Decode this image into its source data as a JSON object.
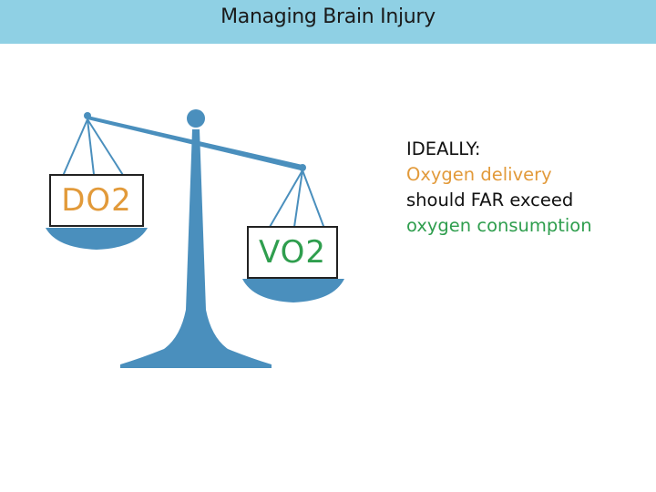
{
  "header": {
    "title": "Managing Brain Injury"
  },
  "scale": {
    "left_pan_label": "DO2",
    "right_pan_label": "VO2"
  },
  "note": {
    "line1": "IDEALLY:",
    "line2": "Oxygen delivery",
    "line3": "should FAR exceed",
    "line4": "oxygen consumption"
  },
  "colors": {
    "title_bar": "#8fd0e4",
    "scale": "#4a8fbd",
    "delivery": "#e29a3a",
    "consumption": "#2f9e4e",
    "text": "#111111"
  },
  "icons": [
    "balance-scale-icon"
  ]
}
